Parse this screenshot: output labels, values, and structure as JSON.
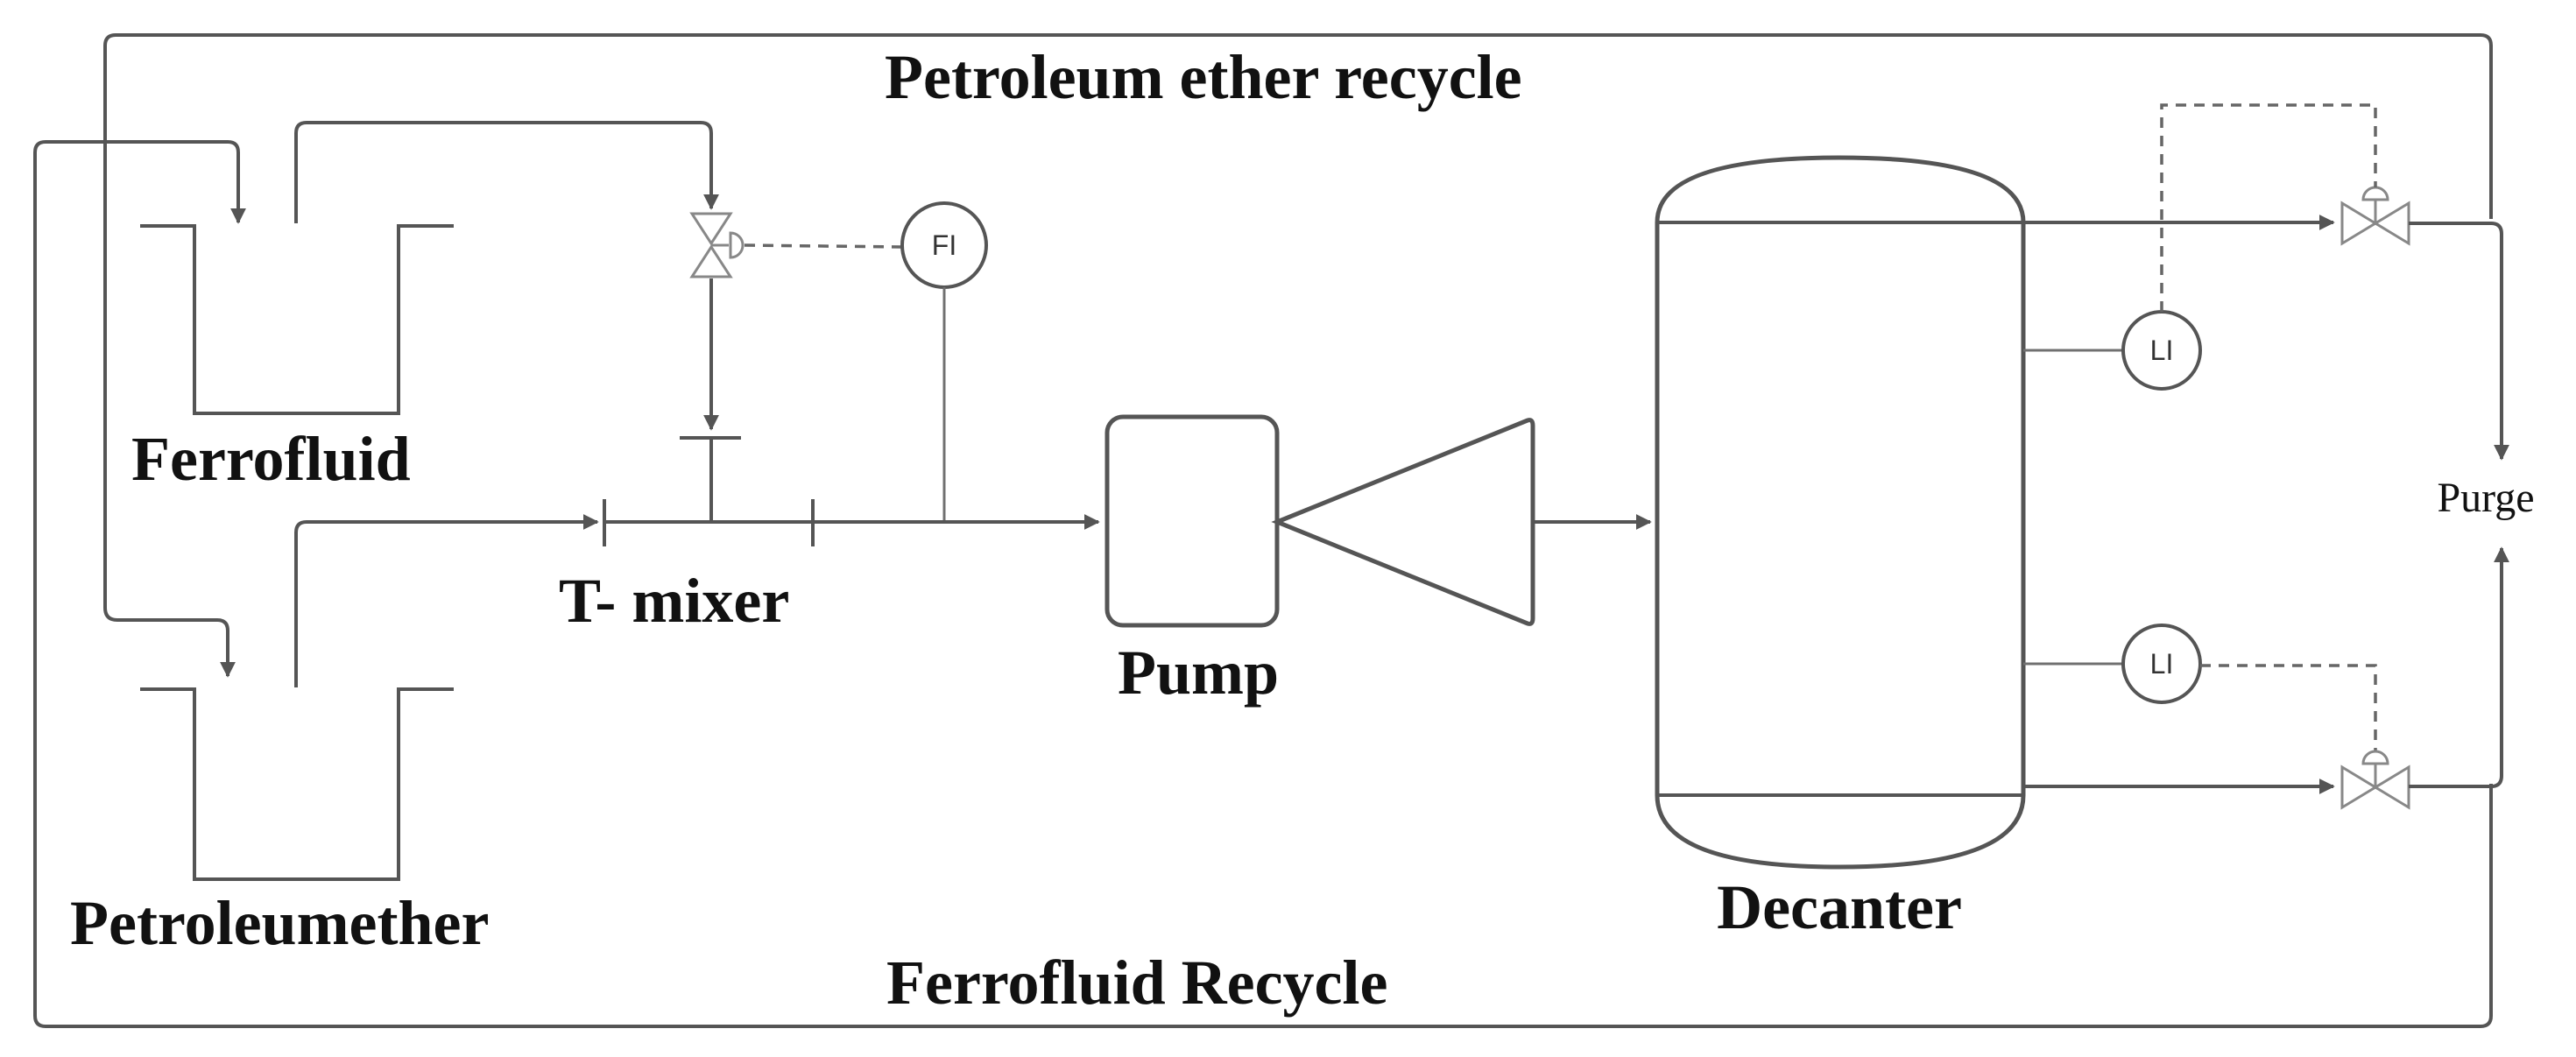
{
  "labels": {
    "petroleum_ether_recycle": "Petroleum ether recycle",
    "ferrofluid": "Ferrofluid",
    "petroleumether": "Petroleumether",
    "t_mixer": "T- mixer",
    "pump": "Pump",
    "decanter": "Decanter",
    "purge": "Purge",
    "ferrofluid_recycle": "Ferrofluid Recycle"
  },
  "instruments": {
    "flow_indicator": "FI",
    "level_indicator_top": "LI",
    "level_indicator_bottom": "LI"
  }
}
